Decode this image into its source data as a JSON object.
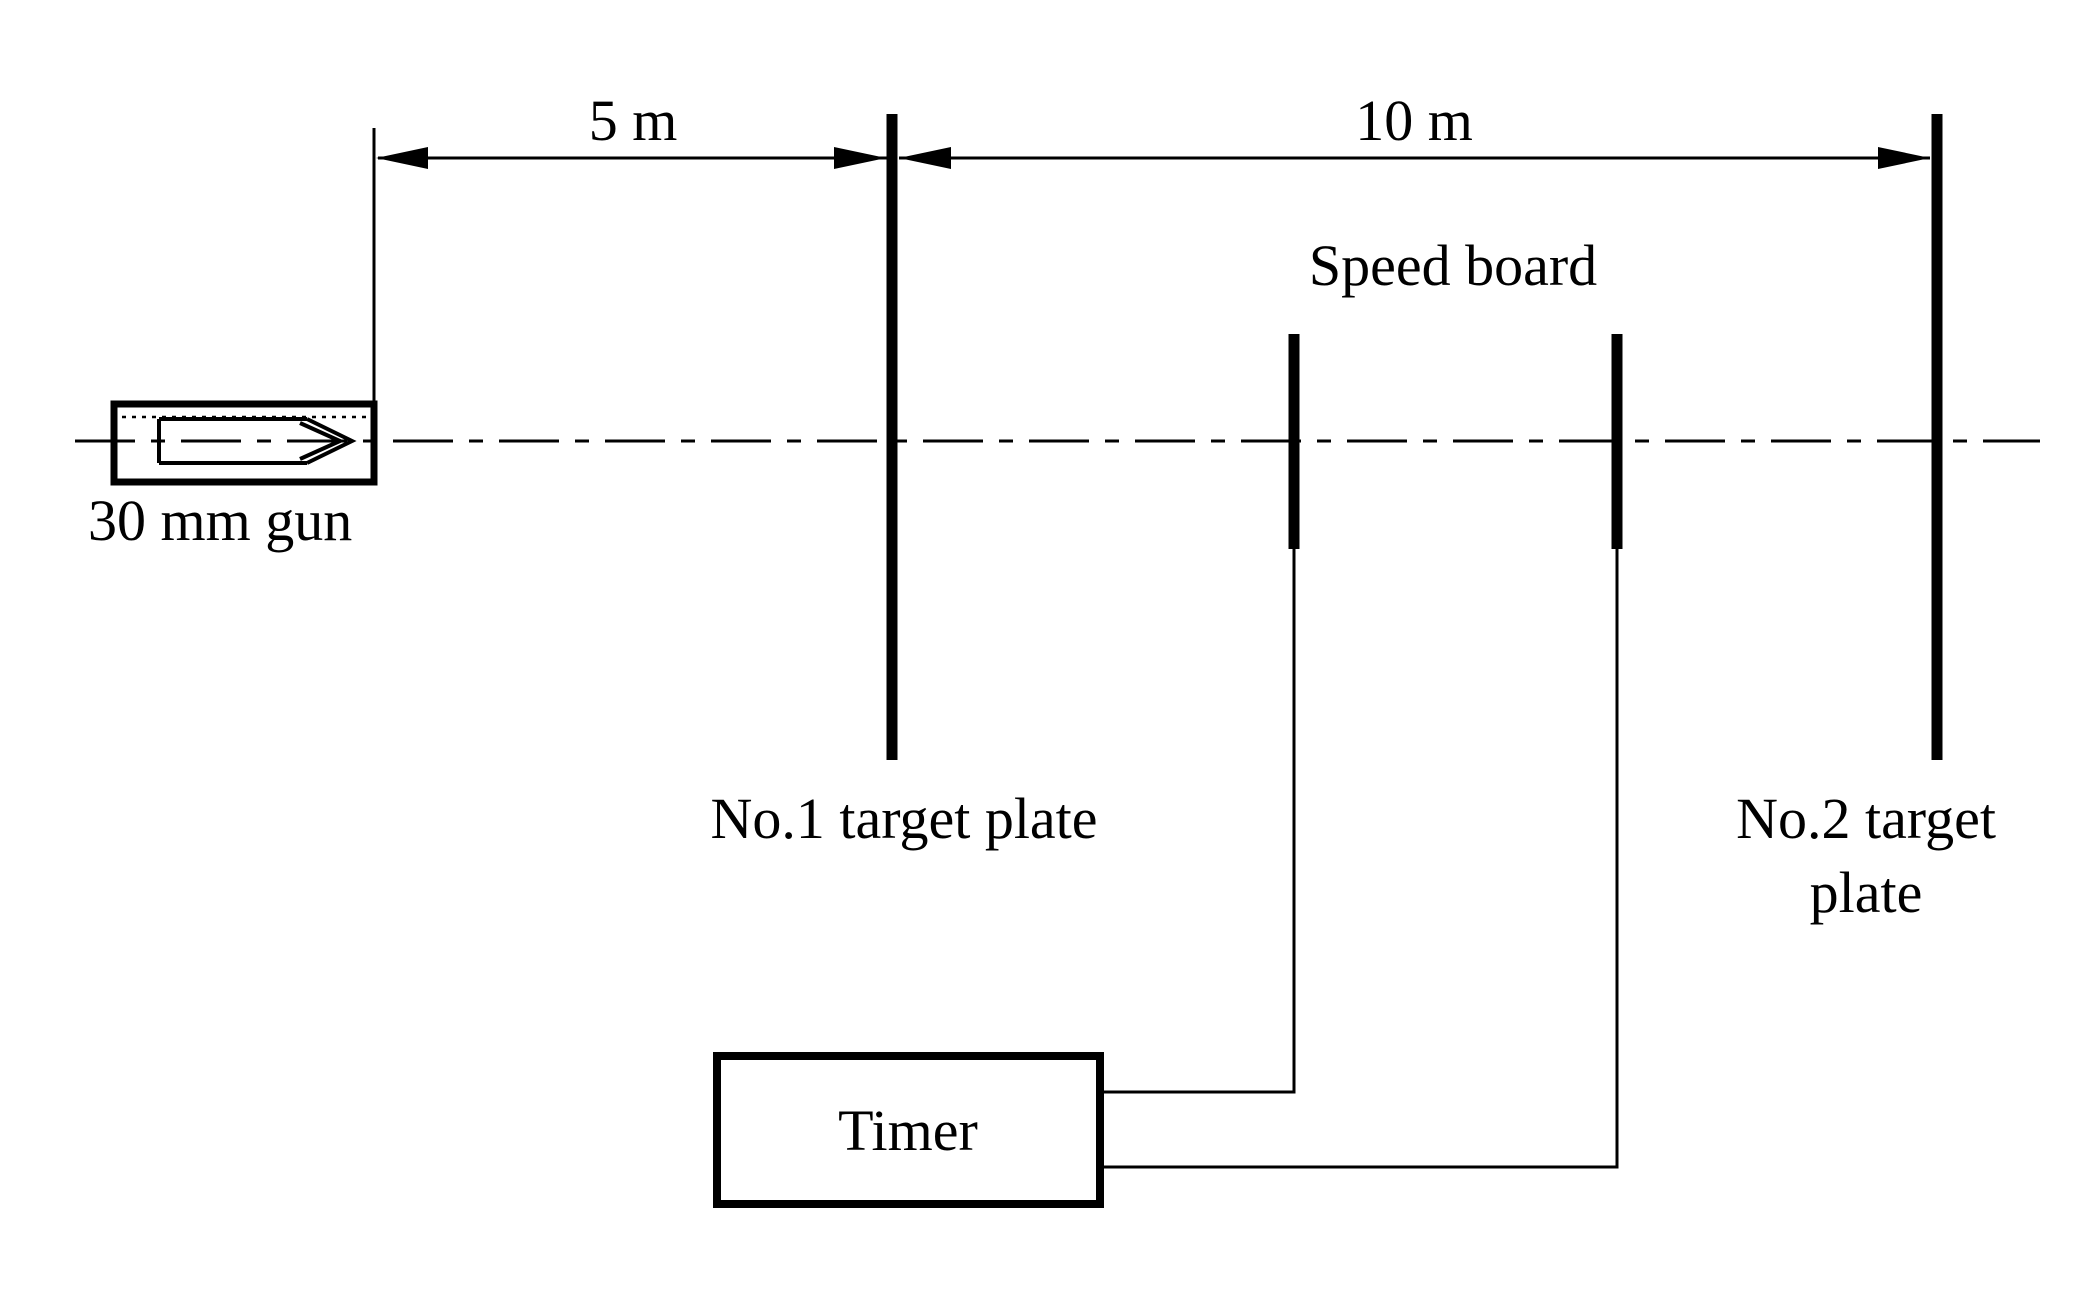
{
  "diagram": {
    "type": "ballistic-test-setup-schematic",
    "background": "#ffffff",
    "line_color": "#000000",
    "labels": {
      "gun": "30 mm gun",
      "target1": "No.1 target plate",
      "target2_line1": "No.2 target",
      "target2_line2": "plate",
      "speed_board": "Speed board",
      "timer": "Timer"
    },
    "dimensions": {
      "gun_to_target1": "5 m",
      "target1_to_target2": "10 m"
    }
  }
}
